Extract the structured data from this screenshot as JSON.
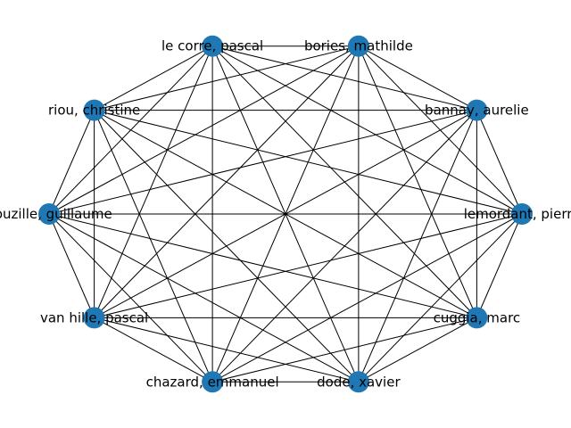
{
  "graph": {
    "layout": "circular",
    "complete": true,
    "node_color": "#1f77b4",
    "edge_color": "#000000",
    "nodes": [
      {
        "id": "lemordant",
        "label": "lemordant, pierre"
      },
      {
        "id": "bannay",
        "label": "bannay, aurelie"
      },
      {
        "id": "bories",
        "label": "bories, mathilde"
      },
      {
        "id": "lecorre",
        "label": "le corre, pascal"
      },
      {
        "id": "riou",
        "label": "riou, christine"
      },
      {
        "id": "bouzille",
        "label": "bouzille, guillaume"
      },
      {
        "id": "vanhille",
        "label": "van hille, pascal"
      },
      {
        "id": "chazard",
        "label": "chazard, emmanuel"
      },
      {
        "id": "dode",
        "label": "dode, xavier"
      },
      {
        "id": "cuggia",
        "label": "cuggia, marc"
      }
    ]
  }
}
